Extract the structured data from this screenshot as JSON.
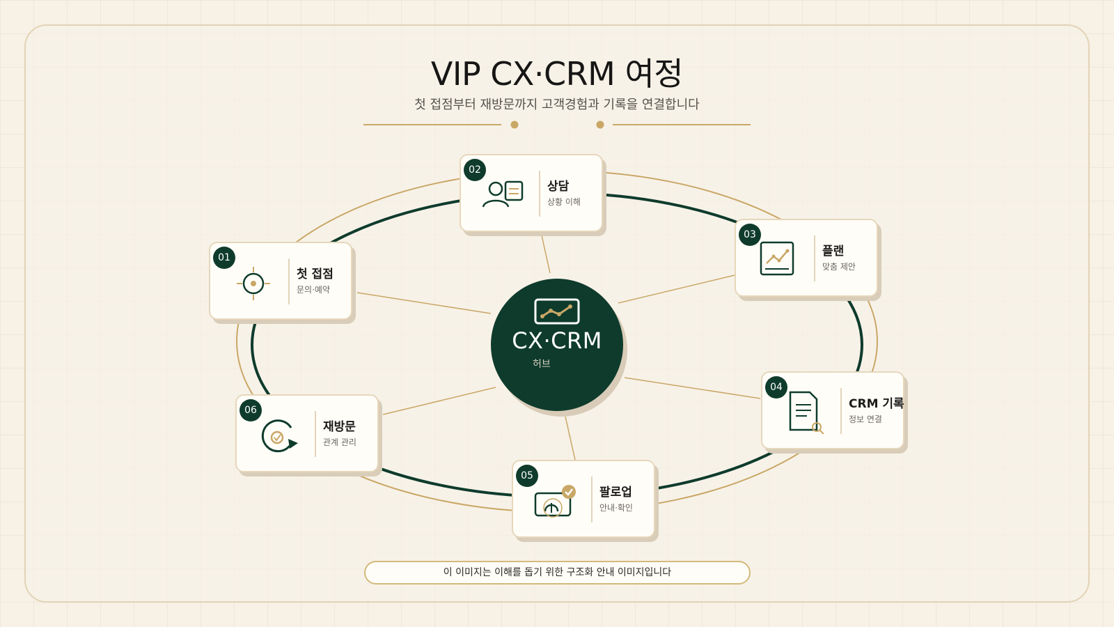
{
  "title": "VIP CX·CRM 여정",
  "subtitle": "첫 접점부터 재방문까지 고객경험과 기록을 연결합니다",
  "hub": {
    "label": "CX·CRM",
    "sub": "허브",
    "icon": "trend-chart-icon"
  },
  "steps": [
    {
      "num": "01",
      "label": "첫 접점",
      "desc": "문의·예약",
      "icon": "target-icon"
    },
    {
      "num": "02",
      "label": "상담",
      "desc": "상황 이해",
      "icon": "consultation-icon"
    },
    {
      "num": "03",
      "label": "플랜",
      "desc": "맞춤 제안",
      "icon": "chart-plan-icon"
    },
    {
      "num": "04",
      "label": "CRM 기록",
      "desc": "정보 연결",
      "icon": "document-search-icon"
    },
    {
      "num": "05",
      "label": "팔로업",
      "desc": "안내·확인",
      "icon": "message-check-icon"
    },
    {
      "num": "06",
      "label": "재방문",
      "desc": "관계 관리",
      "icon": "revisit-cycle-icon"
    }
  ],
  "note": "이 이미지는 이해를 돕기 위한 구조화 안내 이미지입니다",
  "colors": {
    "accent_green": "#0e3b2c",
    "accent_gold": "#c9a766",
    "background": "#f7f1e6"
  }
}
